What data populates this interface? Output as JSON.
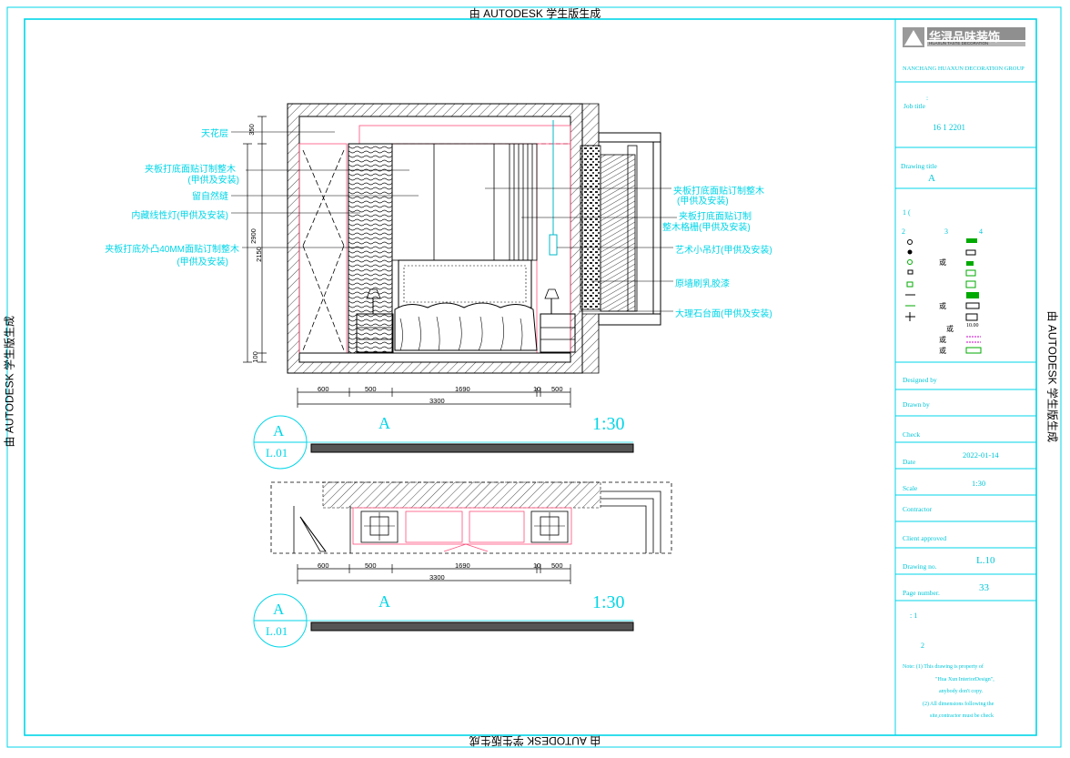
{
  "watermark": {
    "top": "由 AUTODESK 学生版生成",
    "bottom": "由 AUTODESK 学生版生成",
    "left": "由 AUTODESK 学生版生成",
    "right": "由 AUTODESK 学生版生成"
  },
  "annotations_left": [
    "天花层",
    "夹板打底面贴订制整木",
    "(甲供及安装)",
    "留自然缝",
    "内藏线性灯(甲供及安装)",
    "夹板打底外凸40MM面贴订制整木",
    "(甲供及安装)"
  ],
  "annotations_right": [
    "夹板打底面贴订制整木",
    "(甲供及安装)",
    "夹板打底面贴订制",
    "整木格栅(甲供及安装)",
    "艺术小吊灯(甲供及安装)",
    "原墙刷乳胶漆",
    "大理石台面(甲供及安装)"
  ],
  "vertical_dims": [
    "350",
    "2900",
    "2150",
    "100"
  ],
  "dims_top": [
    "600",
    "500",
    "1690",
    "10",
    "500",
    "3300"
  ],
  "dims_bottom": [
    "600",
    "500",
    "1690",
    "10",
    "500",
    "3300"
  ],
  "section1": {
    "letter": "A",
    "sheet": "L.01",
    "title": "A",
    "scale": "1:30"
  },
  "section2": {
    "letter": "A",
    "sheet": "L.01",
    "title": "A",
    "scale": "1:30"
  },
  "titleblock": {
    "company": "华浔品味装饰",
    "company_sub": "HUAXUN TASTE DECORATION",
    "group": "NANCHANG  HUAXUN  DECORATION  GROUP",
    "job_title_label": "Job title",
    "job_title_value": "16   1      2201",
    "drawing_title_label": "Drawing title",
    "drawing_title_value": "A",
    "legend_header": "1          (",
    "legend_cols": [
      "2",
      "3",
      "4"
    ],
    "legend_or": [
      "或",
      "或",
      "或",
      "或",
      "或"
    ],
    "legend_value": "10.00",
    "designed_by": "Designed by",
    "drawn_by": "Drawn by",
    "check": "Check",
    "date_label": "Date",
    "date_value": "2022-01-14",
    "scale_label": "Scale",
    "scale_value": "1:30",
    "contractor": "Contractor",
    "client_approved": "Client approved",
    "drawing_no_label": "Drawing no.",
    "drawing_no_value": "L.10",
    "page_number_label": "Page number.",
    "page_number_value": "33",
    "note1": ": 1",
    "note2": "2",
    "notes": [
      "Note:  (1) This drawing is property of",
      "\"Hua Xun InteriorDesign\",",
      "anybody don't copy.",
      "(2) All dimensions following the",
      "site,contractor must be check"
    ]
  }
}
